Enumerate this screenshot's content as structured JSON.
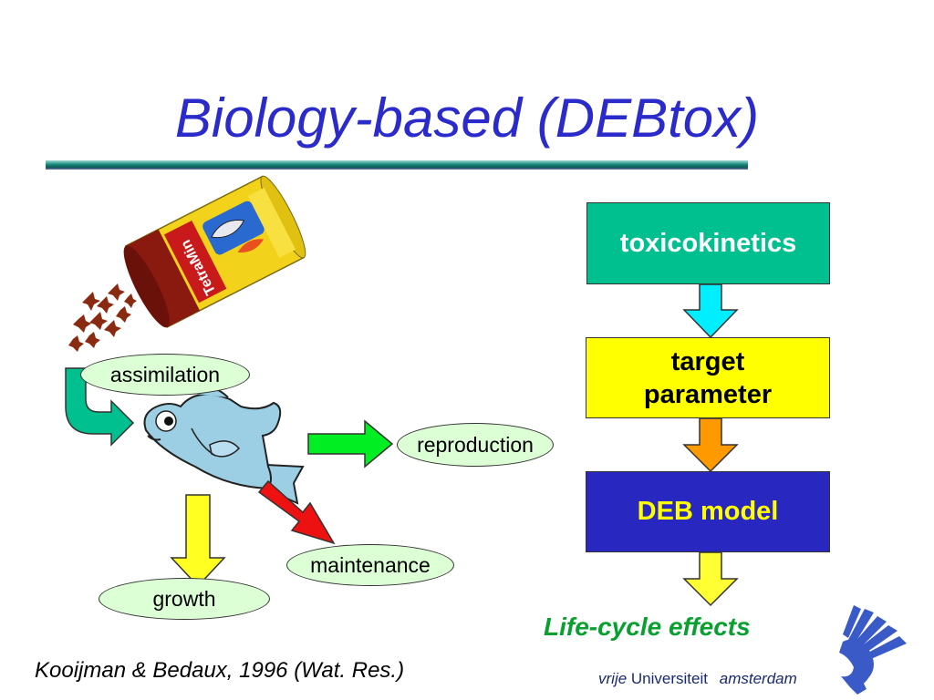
{
  "title": "Biology-based (DEBtox)",
  "flow_boxes": {
    "toxicokinetics": "toxicokinetics",
    "target_parameter_line1": "target",
    "target_parameter_line2": "parameter",
    "deb_model": "DEB model"
  },
  "outcome": "Life-cycle effects",
  "processes": {
    "assimilation": "assimilation",
    "reproduction": "reproduction",
    "maintenance": "maintenance",
    "growth": "growth"
  },
  "product_label": {
    "brand": "TetraMin"
  },
  "citation": "Kooijman & Bedaux, 1996 (Wat. Res.)",
  "logo": {
    "word1": "vrije",
    "word2": "Universiteit",
    "word3": "amsterdam"
  },
  "colors": {
    "title": "#2b2bcc",
    "toxicokinetics_box": "#00c090",
    "target_box": "#ffff00",
    "deb_box": "#2828c0",
    "outcome_text": "#0aa030",
    "ellipse_fill": "#ddffd6"
  },
  "icons": [
    "fish-food-can-icon",
    "food-flakes-icon",
    "fish-icon",
    "vu-griffin-icon"
  ]
}
